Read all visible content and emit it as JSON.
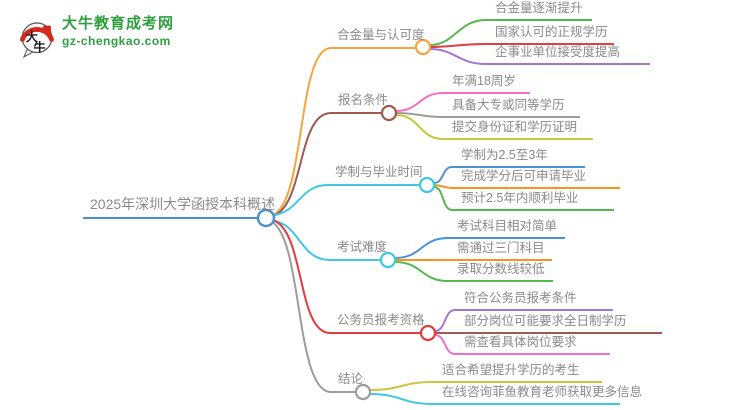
{
  "logo": {
    "site_name": "大牛教育成考网",
    "site_url": "gz-chengkao.com",
    "icon_text_top": "大",
    "icon_text_bottom": "牛"
  },
  "colors": {
    "center_line": "#4a90c8",
    "branch1_line": "#f7a440",
    "branch2_line": "#9e5a50",
    "branch3_line": "#3fc8e4",
    "branch4_line": "#3fc8e4",
    "branch5_line": "#e23c3c",
    "branch6_line": "#9c9c9c",
    "green": "#56b84b",
    "red": "#e23c3c",
    "purple": "#a376d2",
    "pink": "#f271c1",
    "gray": "#9c9c9c",
    "olive": "#c6c93b",
    "blue": "#4a90d9",
    "orange": "#f7941e",
    "magenta": "#ee6fc8",
    "logo_green": "#2f9e3f",
    "logo_red": "#d5281e"
  },
  "map": {
    "center": {
      "label": "2025年深圳大学函授本科概述"
    },
    "branches": [
      {
        "label": "合金量与认可度",
        "children": [
          {
            "label": "合金量逐渐提升"
          },
          {
            "label": "国家认可的正规学历"
          },
          {
            "label": "企事业单位接受度提高"
          }
        ]
      },
      {
        "label": "报名条件",
        "children": [
          {
            "label": "年满18周岁"
          },
          {
            "label": "具备大专或同等学历"
          },
          {
            "label": "提交身份证和学历证明"
          }
        ]
      },
      {
        "label": "学制与毕业时间",
        "children": [
          {
            "label": "学制为2.5至3年"
          },
          {
            "label": "完成学分后可申请毕业"
          },
          {
            "label": "预计2.5年内顺利毕业"
          }
        ]
      },
      {
        "label": "考试难度",
        "children": [
          {
            "label": "考试科目相对简单"
          },
          {
            "label": "需通过三门科目"
          },
          {
            "label": "录取分数线较低"
          }
        ]
      },
      {
        "label": "公务员报考资格",
        "children": [
          {
            "label": "符合公务员报考条件"
          },
          {
            "label": "部分岗位可能要求全日制学历"
          },
          {
            "label": "需查看具体岗位要求"
          }
        ]
      },
      {
        "label": "结论",
        "children": [
          {
            "label": "适合希望提升学历的考生"
          },
          {
            "label": "在线咨询菲鱼教育老师获取更多信息"
          }
        ]
      }
    ]
  }
}
